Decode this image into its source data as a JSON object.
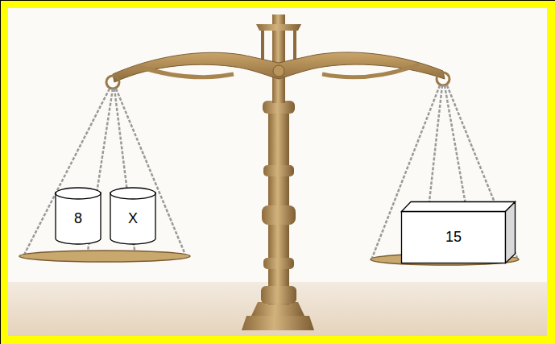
{
  "diagram": {
    "nodes": [
      {
        "text": [
          "8"
        ]
      },
      {
        "text": [
          "X"
        ]
      },
      {
        "text": [
          "15"
        ]
      }
    ]
  }
}
